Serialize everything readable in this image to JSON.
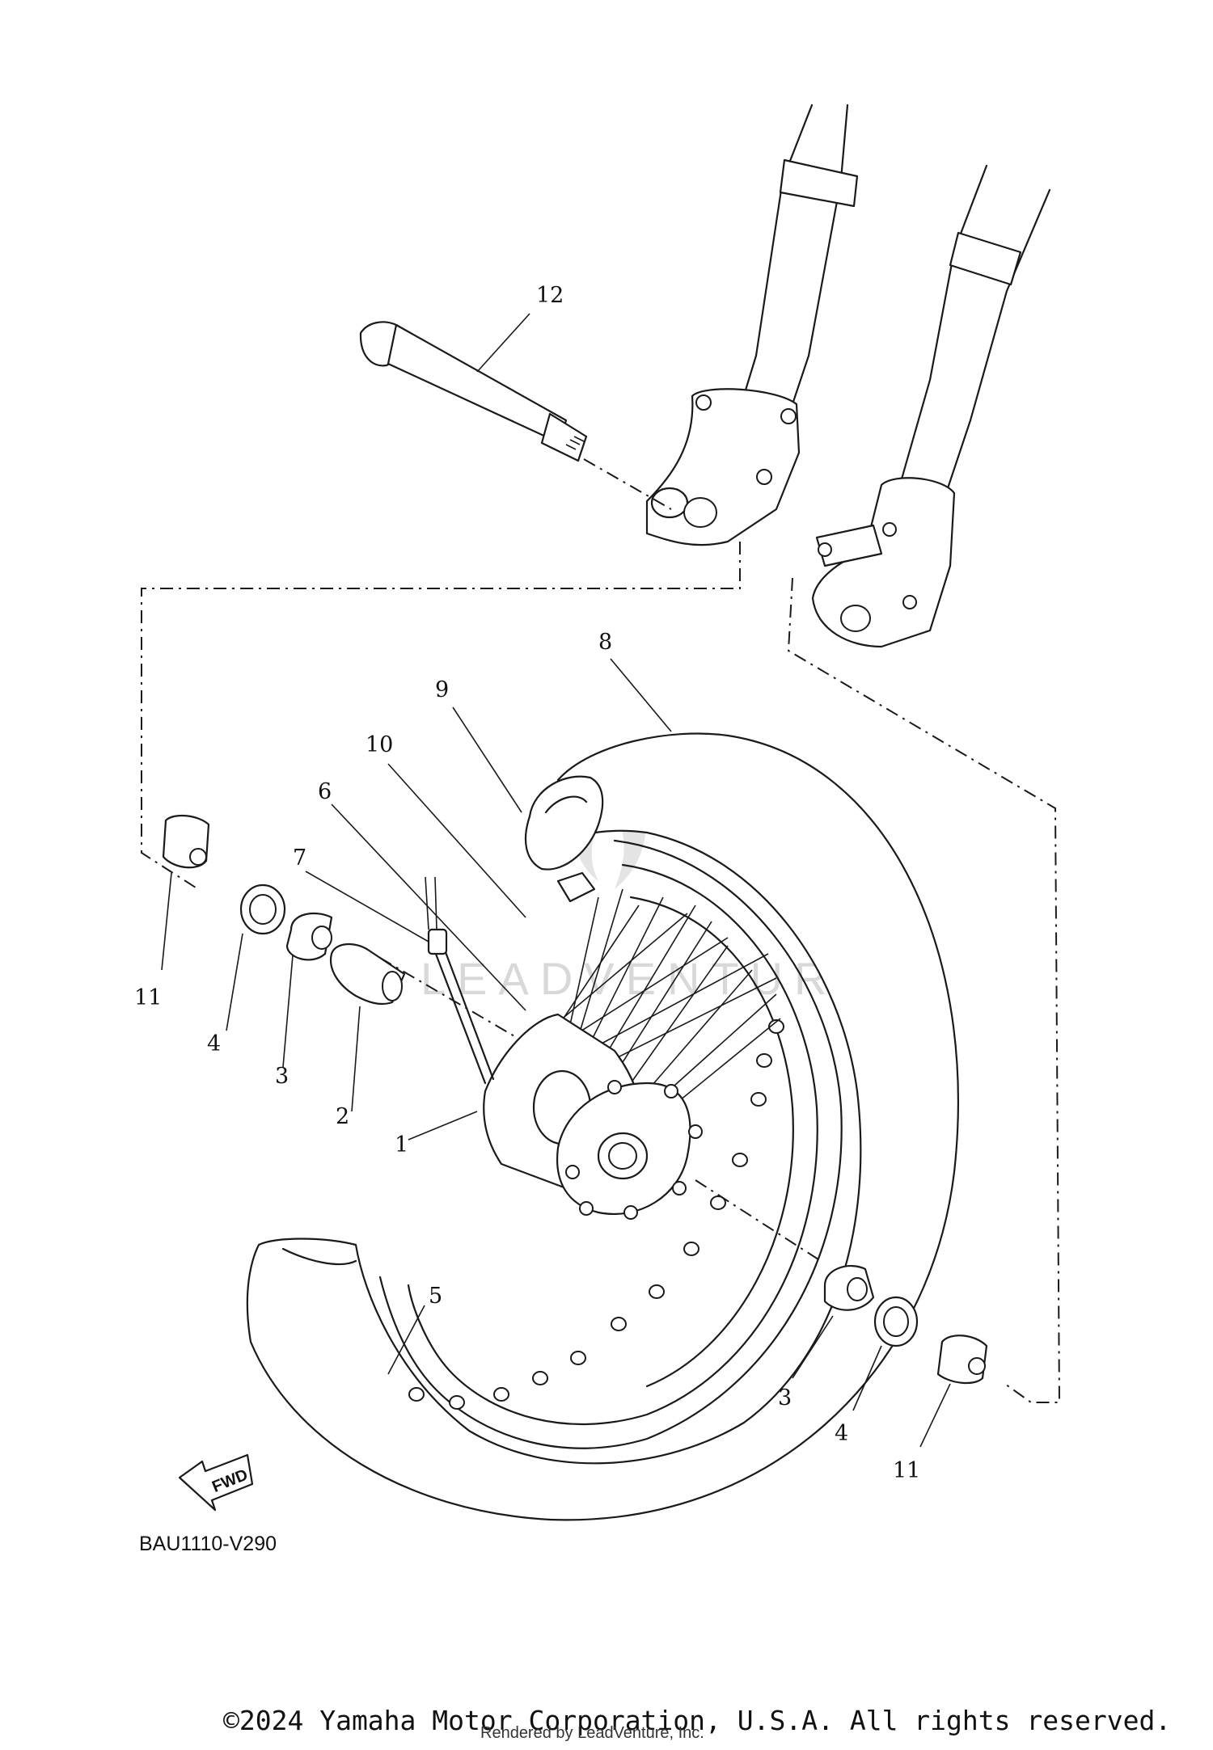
{
  "diagram": {
    "callouts": [
      {
        "id": "c12",
        "label": "12"
      },
      {
        "id": "c8",
        "label": "8"
      },
      {
        "id": "c9",
        "label": "9"
      },
      {
        "id": "c10",
        "label": "10"
      },
      {
        "id": "c6",
        "label": "6"
      },
      {
        "id": "c7",
        "label": "7"
      },
      {
        "id": "c11a",
        "label": "11"
      },
      {
        "id": "c4a",
        "label": "4"
      },
      {
        "id": "c3a",
        "label": "3"
      },
      {
        "id": "c2",
        "label": "2"
      },
      {
        "id": "c1",
        "label": "1"
      },
      {
        "id": "c5",
        "label": "5"
      },
      {
        "id": "c3b",
        "label": "3"
      },
      {
        "id": "c4b",
        "label": "4"
      },
      {
        "id": "c11b",
        "label": "11"
      }
    ],
    "fwd_label": "FWD",
    "diagram_code": "BAU1110-V290",
    "watermark": "LEADVENTURE"
  },
  "footer": {
    "copyright": "©2024 Yamaha Motor Corporation, U.S.A. All rights reserved.",
    "rendered_by": "Rendered by LeadVenture, Inc."
  }
}
